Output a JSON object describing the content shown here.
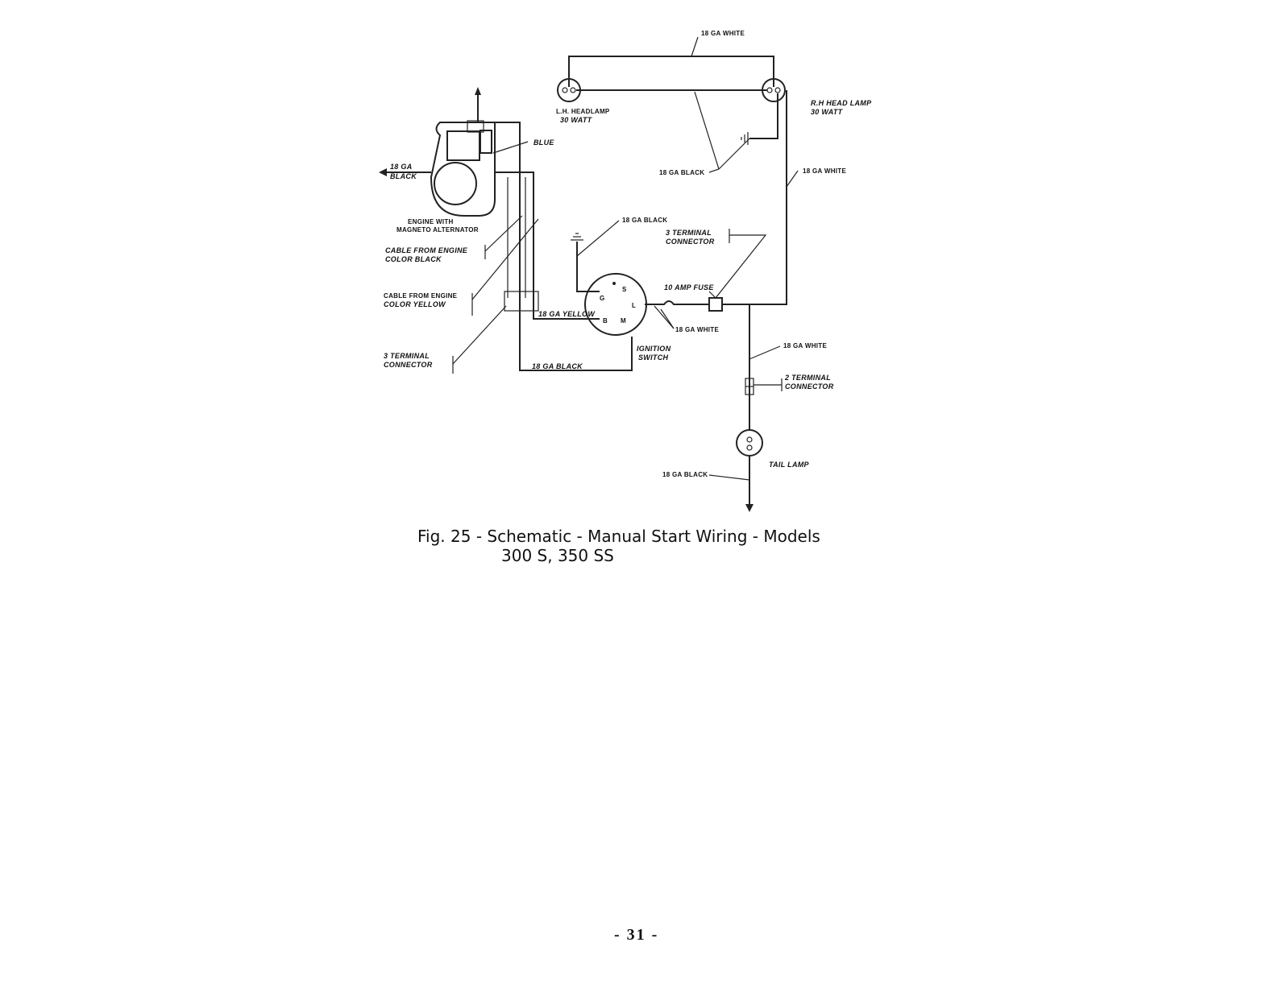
{
  "diagram": {
    "labels": {
      "top_white": "18 GA WHITE",
      "lh_headlamp_1": "L.H. HEADLAMP",
      "lh_headlamp_2": "30 WATT",
      "rh_headlamp_1": "R.H HEAD LAMP",
      "rh_headlamp_2": "30 WATT",
      "blue": "BLUE",
      "left_black_1": "18 GA",
      "left_black_2": "BLACK",
      "mid_black": "18 GA BLACK",
      "right_white": "18 GA WHITE",
      "engine_1": "ENGINE WITH",
      "engine_2": "MAGNETO ALTERNATOR",
      "black_18_upper": "18 GA BLACK",
      "three_term_upper_1": "3 TERMINAL",
      "three_term_upper_2": "CONNECTOR",
      "cable_black_1": "CABLE FROM ENGINE",
      "cable_black_2": "COLOR BLACK",
      "cable_yellow_1": "CABLE FROM ENGINE",
      "cable_yellow_2": "COLOR YELLOW",
      "fuse": "10 AMP FUSE",
      "yellow_18": "18 GA YELLOW",
      "white_fuse": "18 GA WHITE",
      "white_lower": "18 GA WHITE",
      "three_term_lower_1": "3 TERMINAL",
      "three_term_lower_2": "CONNECTOR",
      "ignition_1": "IGNITION",
      "ignition_2": "SWITCH",
      "black_bottom": "18 GA BLACK",
      "two_term_1": "2 TERMINAL",
      "two_term_2": "CONNECTOR",
      "tail_lamp": "TAIL LAMP",
      "tail_black": "18 GA BLACK"
    },
    "switch_terminals": {
      "g": "G",
      "s": "S",
      "l": "L",
      "b": "B",
      "m": "M"
    }
  },
  "caption": {
    "line1": "Fig. 25 - Schematic - Manual Start Wiring - Models",
    "line2": "300 S, 350 SS"
  },
  "page_number": "- 31 -"
}
